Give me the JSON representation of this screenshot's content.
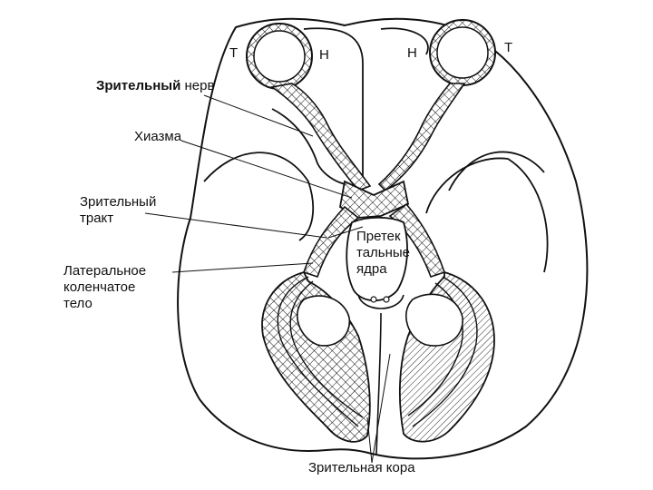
{
  "labels": {
    "t_left": "Т",
    "n_left": "Н",
    "n_right": "Н",
    "t_right": "Т",
    "optic_nerve_bold": "Зрительный",
    "optic_nerve_rest": "нерв",
    "chiasm": "Хиазма",
    "optic_tract": "Зрительный\nтракт",
    "lgn": "Латеральное\nколенчатое\nтело",
    "pretectal": "Претек\nтальные\nядра",
    "visual_cortex": "Зрительная кора"
  },
  "colors": {
    "ink": "#111111",
    "paper": "#ffffff"
  }
}
